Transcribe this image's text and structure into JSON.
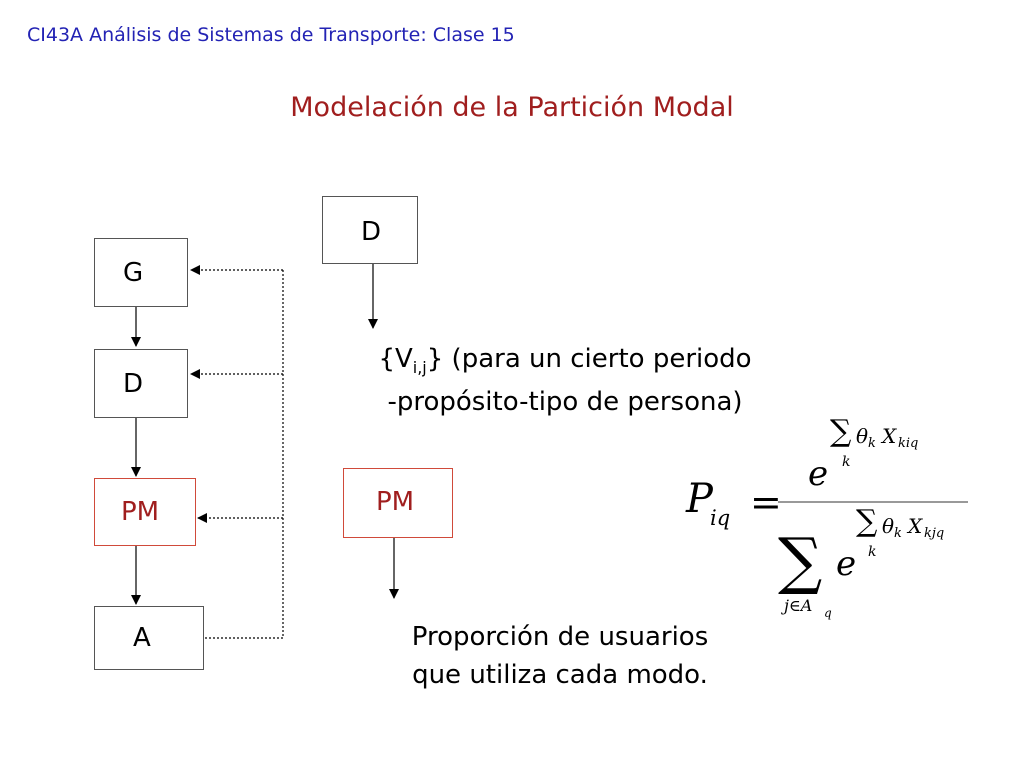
{
  "header": {
    "text": "CI43A Análisis de Sistemas de Transporte: Clase 15"
  },
  "title": "Modelación de la Partición Modal",
  "left_flow": {
    "boxes": [
      {
        "label": "G"
      },
      {
        "label": "D"
      },
      {
        "label": "PM",
        "color": "#a01e1e"
      },
      {
        "label": "A"
      }
    ]
  },
  "right_flow": {
    "d_box": "D",
    "v_open": "{V",
    "v_sub": "i,j",
    "v_rest": "} (para un cierto periodo",
    "v_line2": "-propósito-tipo de persona)",
    "pm_box": "PM",
    "prop_line1": "Proporción de usuarios",
    "prop_line2": "que utiliza cada modo."
  },
  "formula": {
    "lhs": "P",
    "lhs_sub": "iq",
    "equals": "=",
    "e": "e",
    "sum": "∑",
    "theta": "θ",
    "k": "k",
    "X": "X",
    "num_x_sub": "kiq",
    "den_x_sub": "kjq",
    "den_sum_sub": "j∈A",
    "den_sum_subsub": "q"
  },
  "colors": {
    "header": "#2323b4",
    "title": "#a01e1e",
    "pm_border": "#d04a3a"
  }
}
